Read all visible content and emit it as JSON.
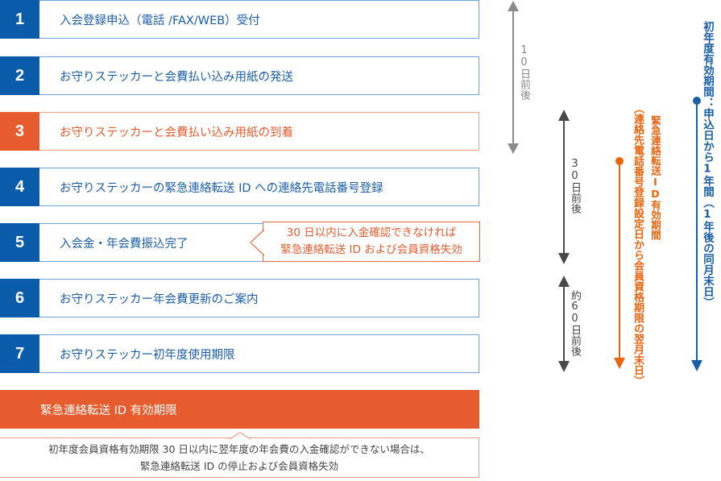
{
  "steps": [
    {
      "number": "1",
      "label": "入会登録申込（電話 /FAX/WEB）受付",
      "highlight": false
    },
    {
      "number": "2",
      "label": "お守りステッカーと会費払い込み用紙の発送",
      "highlight": false
    },
    {
      "number": "3",
      "label": "お守りステッカーと会費払い込み用紙の到着",
      "highlight": true
    },
    {
      "number": "4",
      "label": "お守りステッカーの緊急連絡転送 ID への連絡先電話番号登録",
      "highlight": false
    },
    {
      "number": "5",
      "label": "入会金・年会費振込完了",
      "highlight": false
    },
    {
      "number": "6",
      "label": "お守りステッカー年会費更新のご案内",
      "highlight": false
    },
    {
      "number": "7",
      "label": "お守りステッカー初年度使用期限",
      "highlight": false
    }
  ],
  "step5_note": {
    "line1": "30 日以内に入金確認できなければ",
    "line2": "緊急連絡転送 ID および会員資格失効"
  },
  "expiry": {
    "title": "緊急連絡転送 ID 有効期限",
    "note_line1": "初年度会員資格有効期限 30 日以内に翌年度の年会費の入金確認ができない場合は、",
    "note_line2": "緊急連絡転送 ID の停止および会員資格失効"
  },
  "timing": {
    "span_1": "10日前後",
    "span_2": "30日前後",
    "span_3": "約60日前後"
  },
  "periods": {
    "emergency_id_title": "緊急連絡転送ID有効期間",
    "emergency_id_detail": "（連絡先電話番号登録設定日から会員資格期限の翌月末日）",
    "first_year": "初年度有効期間：申込日から1年間（1年後の同月末日）"
  },
  "colors": {
    "blue": "#0a5cab",
    "orange": "#e65c2e",
    "gray_light": "#888888",
    "gray_dark": "#444444"
  }
}
